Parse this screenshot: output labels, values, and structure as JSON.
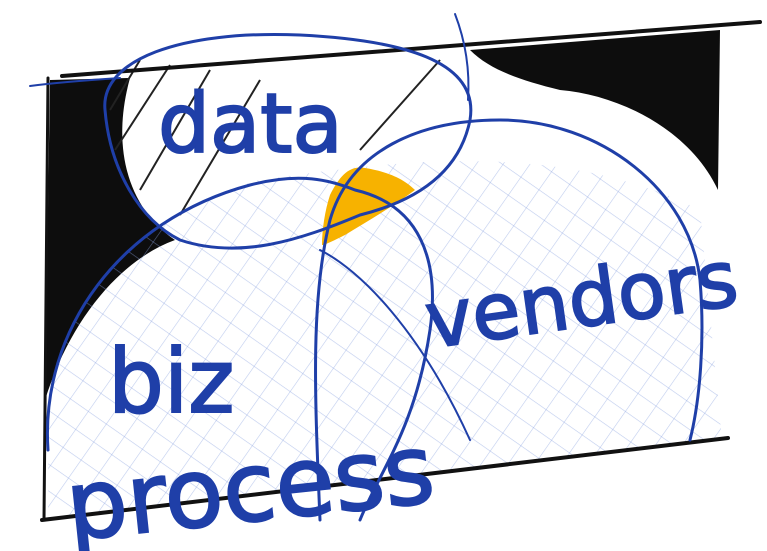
{
  "labels": {
    "data": "data",
    "business": "biz",
    "process": "process",
    "vendors": "vendors"
  },
  "colors": {
    "ink": "#1f3fa8",
    "black_fill": "#0d0d0d",
    "overlap": "#f7b200",
    "hatch": "#8aa2e0"
  }
}
